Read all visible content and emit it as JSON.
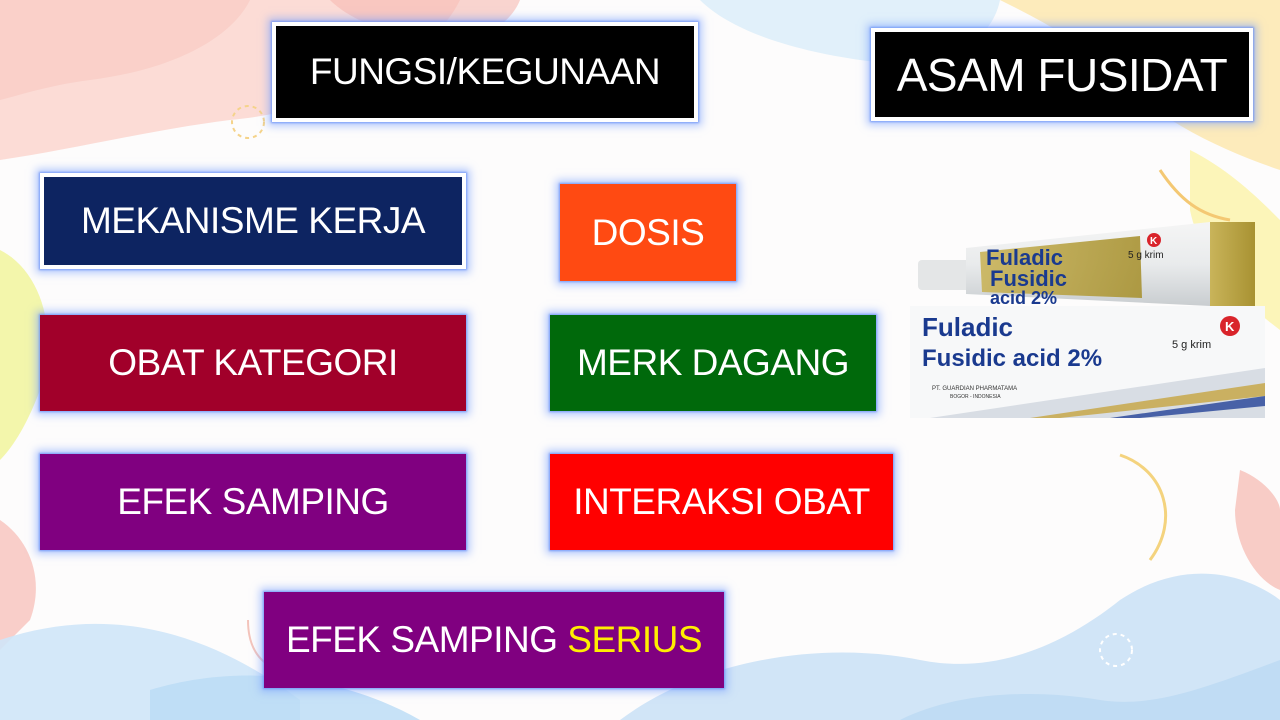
{
  "title": "ASAM FUSIDAT",
  "menu": {
    "fungsi": "FUNGSI/KEGUNAAN",
    "mekanisme": "MEKANISME KERJA",
    "dosis": "DOSIS",
    "kategori": "OBAT KATEGORI",
    "merk": "MERK DAGANG",
    "efek": "EFEK SAMPING",
    "interaksi": "INTERAKSI OBAT",
    "serius_prefix": "EFEK SAMPING",
    "serius_highlight": "SERIUS"
  },
  "product": {
    "brand": "Fuladic",
    "tube_line1": "Fusidic",
    "tube_line2": "acid 2%",
    "box_generic": "Fusidic acid 2%",
    "weight": "5 g krim",
    "category_mark": "K",
    "manufacturer": "PT. GUARDIAN PHARMATAMA",
    "location": "BOGOR - INDONESIA"
  },
  "colors": {
    "navy": "#0d2461",
    "orange": "#ff4a12",
    "crimson": "#a1002a",
    "green": "#00690b",
    "purple": "#800080",
    "red": "#ff0000",
    "black": "#000000",
    "highlight": "#ffee00"
  }
}
